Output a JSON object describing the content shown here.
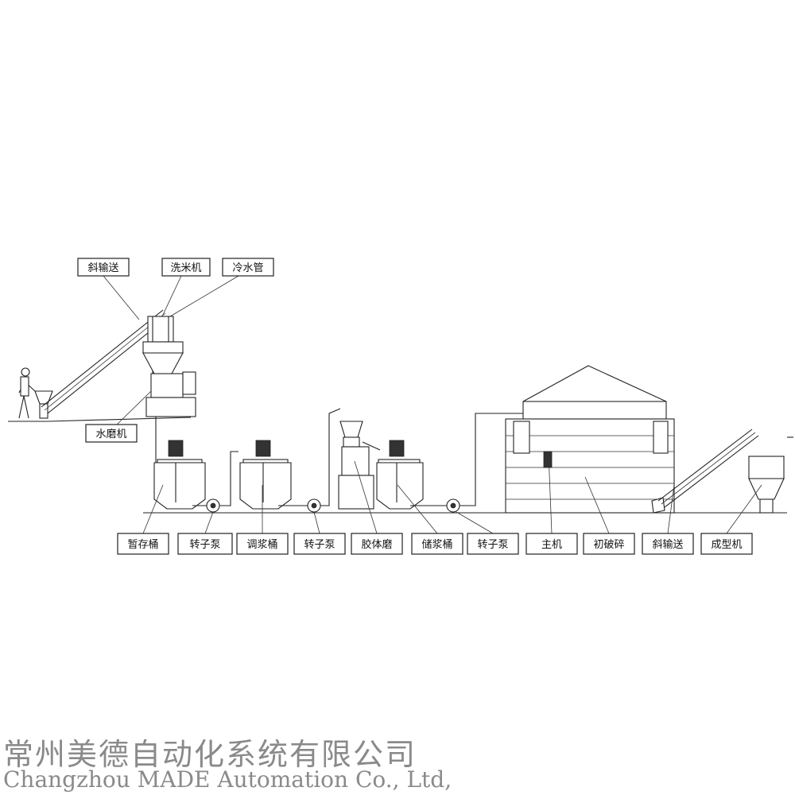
{
  "labels": {
    "incline_conveyor_1": "斜输送",
    "rice_washer": "洗米机",
    "cold_water_pipe": "冷水管",
    "water_mill": "水磨机",
    "temp_storage_tank": "暂存桶",
    "rotor_pump_1": "转子泵",
    "slurry_mixing_tank": "调浆桶",
    "rotor_pump_2": "转子泵",
    "colloid_mill": "胶体磨",
    "slurry_storage_tank": "储浆桶",
    "rotor_pump_3": "转子泵",
    "main_machine": "主机",
    "primary_crusher": "初破碎",
    "incline_conveyor_2": "斜输送",
    "forming_machine": "成型机"
  },
  "company": {
    "name_cn": "常州美德自动化系统有限公司",
    "name_en": "Changzhou MADE Automation Co., Ltd,"
  }
}
